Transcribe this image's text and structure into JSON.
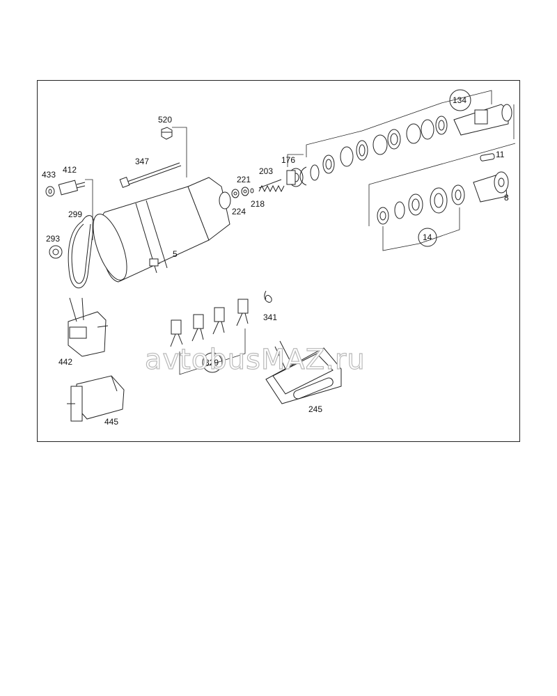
{
  "diagram": {
    "labels": {
      "p520": "520",
      "p347": "347",
      "p433": "433",
      "p412": "412",
      "p299": "299",
      "p293": "293",
      "p5": "5",
      "p221": "221",
      "p203": "203",
      "p224": "224",
      "p218": "218",
      "p176": "176",
      "p134": "134",
      "p11": "11",
      "p8": "8",
      "p14": "14",
      "p341": "341",
      "p442": "442",
      "p329": "329",
      "p245": "245",
      "p445": "445"
    }
  },
  "watermark": {
    "text": "avtobusMAZ.ru"
  }
}
